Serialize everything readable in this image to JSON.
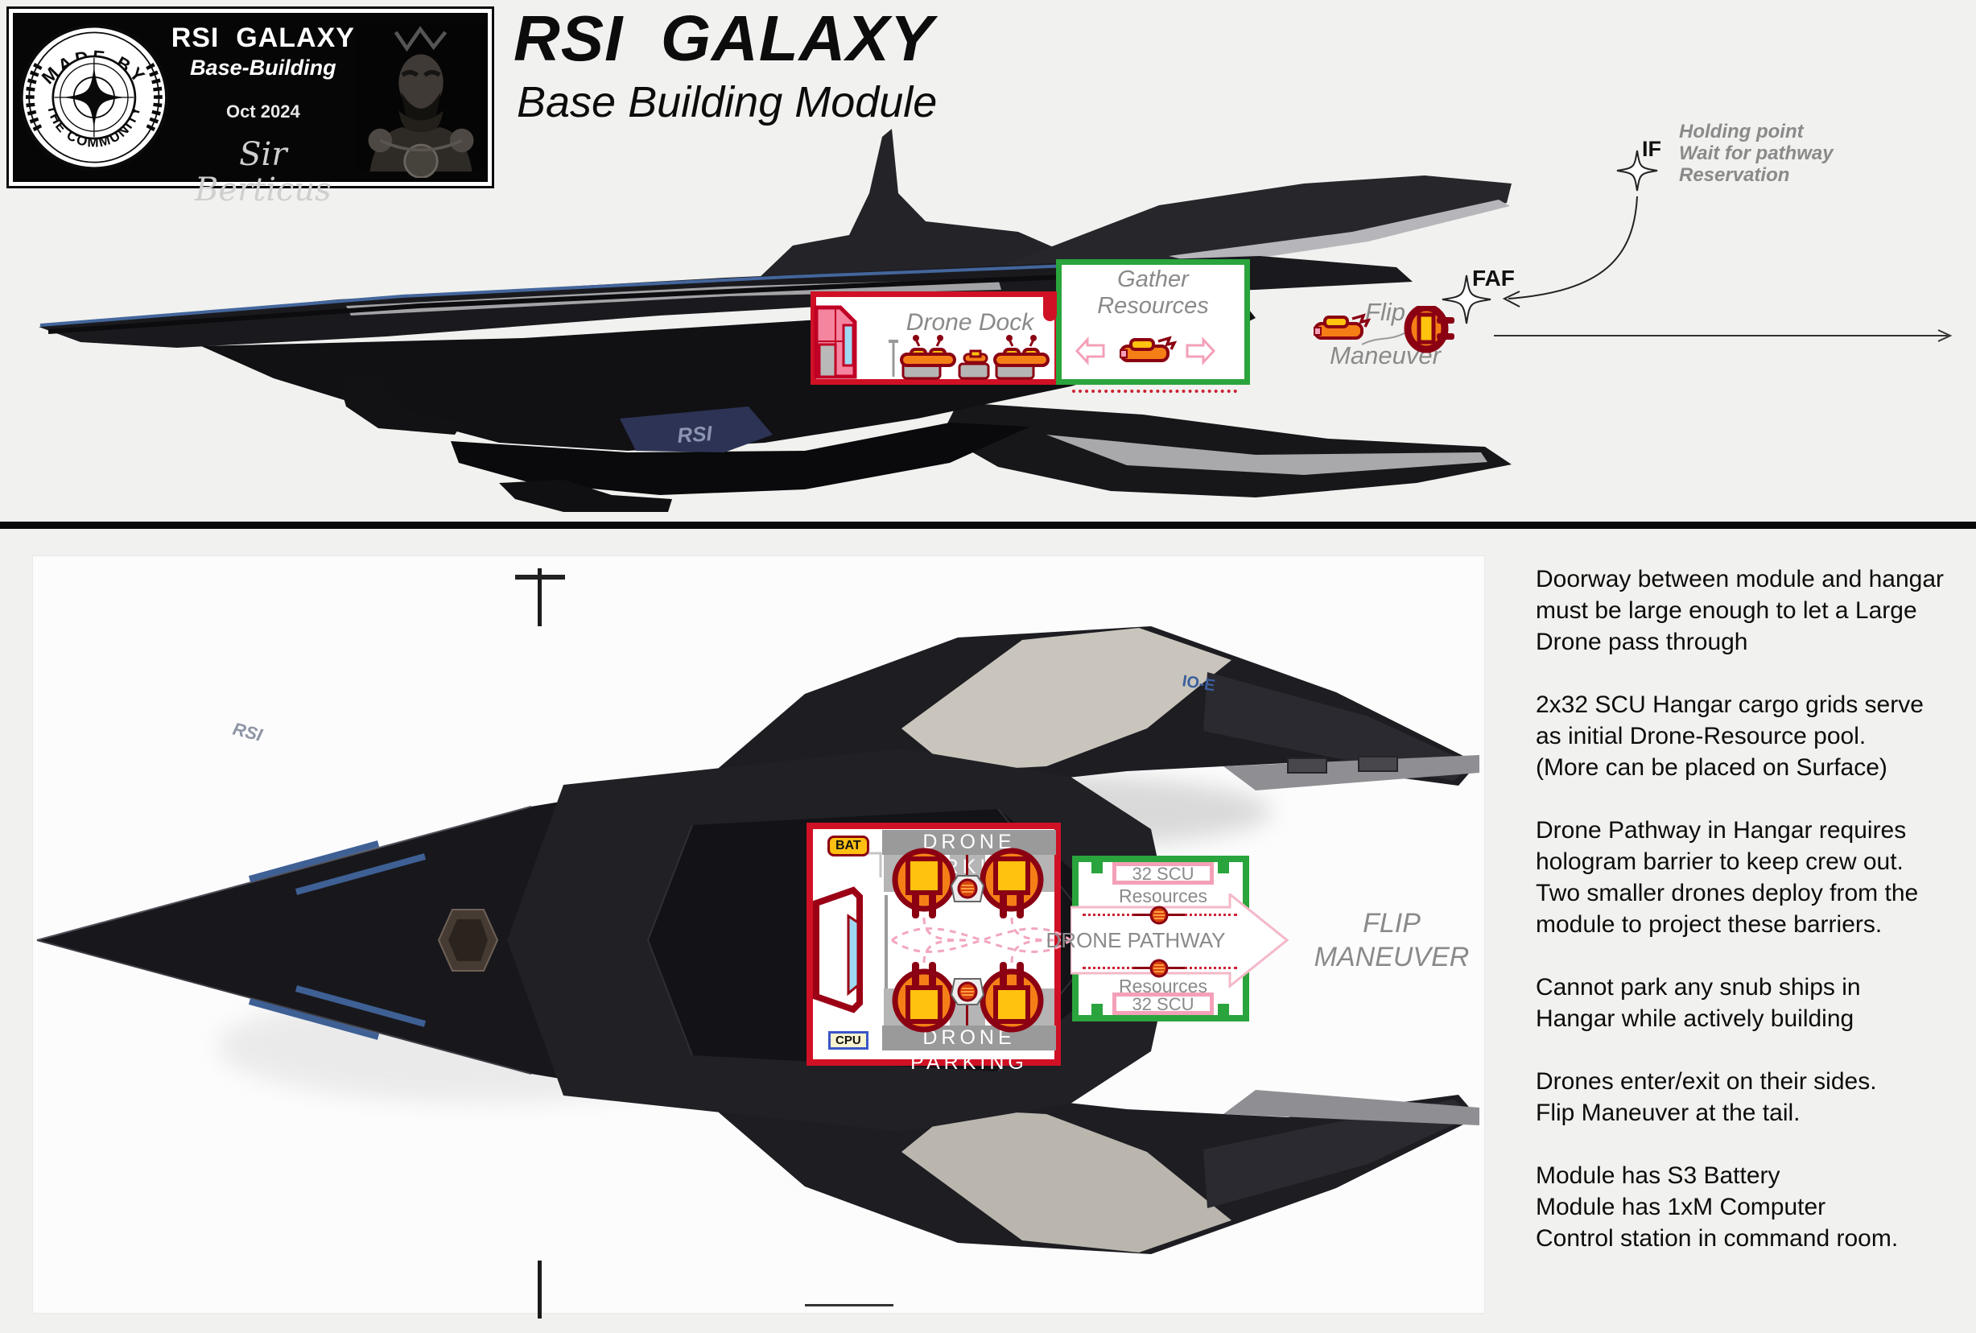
{
  "badge": {
    "logo_top": "MADE BY",
    "logo_bottom": "THE COMMUNITY",
    "title": "RSI  GALAXY",
    "subtitle": "Base-Building",
    "date": "Oct 2024",
    "author_first": "Sir",
    "author_last": "Berticus"
  },
  "header": {
    "title": "RSI  GALAXY",
    "subtitle": "Base Building Module"
  },
  "side_view": {
    "drone_dock": "Drone Dock",
    "gather": "Gather\nResources",
    "flip_line1": "Flip",
    "flip_line2": "Maneuver",
    "faf": "FAF",
    "if": "IF",
    "holding": "Holding point\nWait for pathway\nReservation",
    "rsi_marking": "RSI"
  },
  "top_view": {
    "bat": "BAT",
    "cpu": "CPU",
    "parking_top": "DRONE PARKING",
    "parking_bottom": "DRONE PARKING",
    "scu_top": "32 SCU",
    "res_top": "Resources",
    "pathway": "DRONE PATHWAY",
    "res_bottom": "Resources",
    "scu_bottom": "32 SCU",
    "flip": "FLIP\nMANEUVER",
    "rsi_marking": "RSI",
    "fin_marking": "IO-E"
  },
  "notes": {
    "p1": "Doorway between module and hangar\nmust be large enough to let a Large\nDrone pass through",
    "p2": "2x32 SCU Hangar cargo grids serve\nas initial Drone-Resource pool.\n(More can be placed on Surface)",
    "p3": "Drone Pathway in Hangar requires\nhologram barrier to keep crew out.\nTwo smaller drones deploy from the\nmodule to project these barriers.",
    "p4": "Cannot park any snub ships in\nHangar while actively building",
    "p5": "Drones enter/exit on their sides.\nFlip Maneuver at the tail.",
    "p6": "Module has S3 Battery\nModule has 1xM Computer\nControl station in command room."
  },
  "colors": {
    "module_red": "#d01125",
    "hangar_green": "#2aa43c",
    "path_pink": "#f4a0b8",
    "drone_orange": "#f57f17",
    "drone_yellow": "#ffc20e",
    "drone_outline": "#8b0012",
    "label_gray": "#8a8a8a"
  }
}
